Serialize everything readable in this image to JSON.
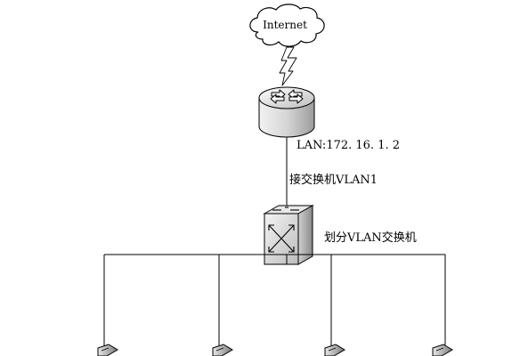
{
  "internet": {
    "label": "Internet",
    "icon": "cloud-icon"
  },
  "link": {
    "icon": "lightning-link-icon"
  },
  "router": {
    "icon": "router-icon",
    "lan_label": "LAN:172. 16. 1. 2"
  },
  "uplink": {
    "label": "接交换机VLAN1"
  },
  "switch": {
    "icon": "switch-icon",
    "label": "划分VLAN交换机"
  },
  "endpoints": [
    {
      "icon": "host-icon"
    },
    {
      "icon": "host-icon"
    },
    {
      "icon": "host-icon"
    },
    {
      "icon": "host-icon"
    }
  ]
}
